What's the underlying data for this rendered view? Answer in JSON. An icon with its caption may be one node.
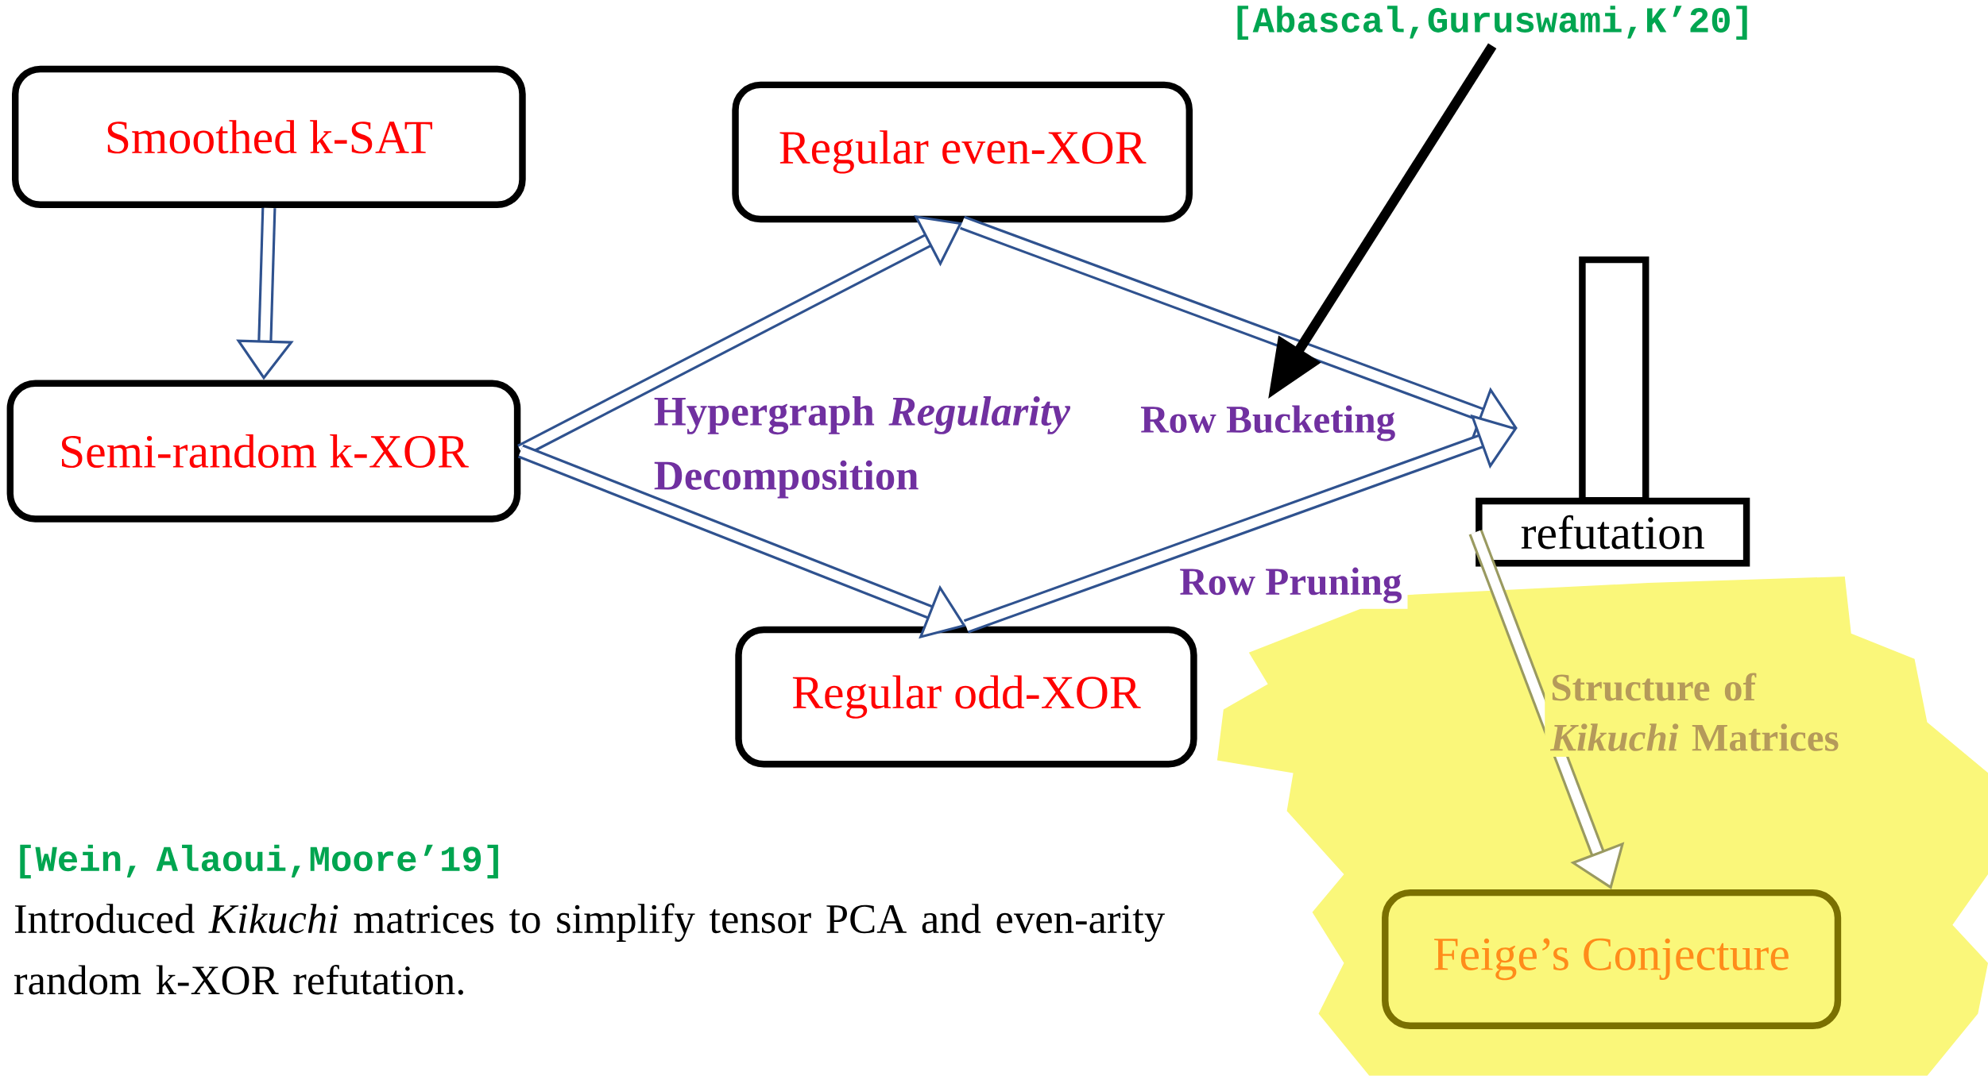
{
  "diagram": {
    "nodes": [
      {
        "text": [
          "Smoothed k-SAT"
        ]
      },
      {
        "text": [
          "Regular even-XOR"
        ]
      },
      {
        "text": [
          "Semi-random k-XOR"
        ]
      },
      {
        "text": [
          "refutation"
        ]
      },
      {
        "text": [
          "Regular odd-XOR"
        ]
      },
      {
        "text": [
          "Feige’s Conjecture"
        ]
      },
      {
        "text": [
          "[Abascal,Guruswami,K’20]"
        ]
      },
      {
        "text": [
          "Row Bucketing"
        ]
      }
    ],
    "edges": [
      {
        "from": 0,
        "to": 2,
        "arrow": "to"
      },
      {
        "from": 2,
        "to": 1,
        "arrow": "to"
      },
      {
        "from": 2,
        "to": 4,
        "arrow": "to"
      },
      {
        "from": 1,
        "to": 3,
        "arrow": "to"
      },
      {
        "from": 4,
        "to": 3,
        "arrow": "to",
        "label": "Row Pruning"
      },
      {
        "from": 3,
        "to": 5,
        "arrow": "to",
        "label": "Structure of *Kikuchi* Matrices",
        "color": "#9a9a60"
      },
      {
        "from": 6,
        "to": 7,
        "arrow": "to",
        "color": "#000000"
      }
    ],
    "labels": [
      "Hypergraph *Regularity* Decomposition",
      "[Wein, Alaoui,Moore’19]",
      "Introduced *Kikuchi* matrices to simplify tensor PCA and even-arity random k-XOR refutation."
    ]
  }
}
